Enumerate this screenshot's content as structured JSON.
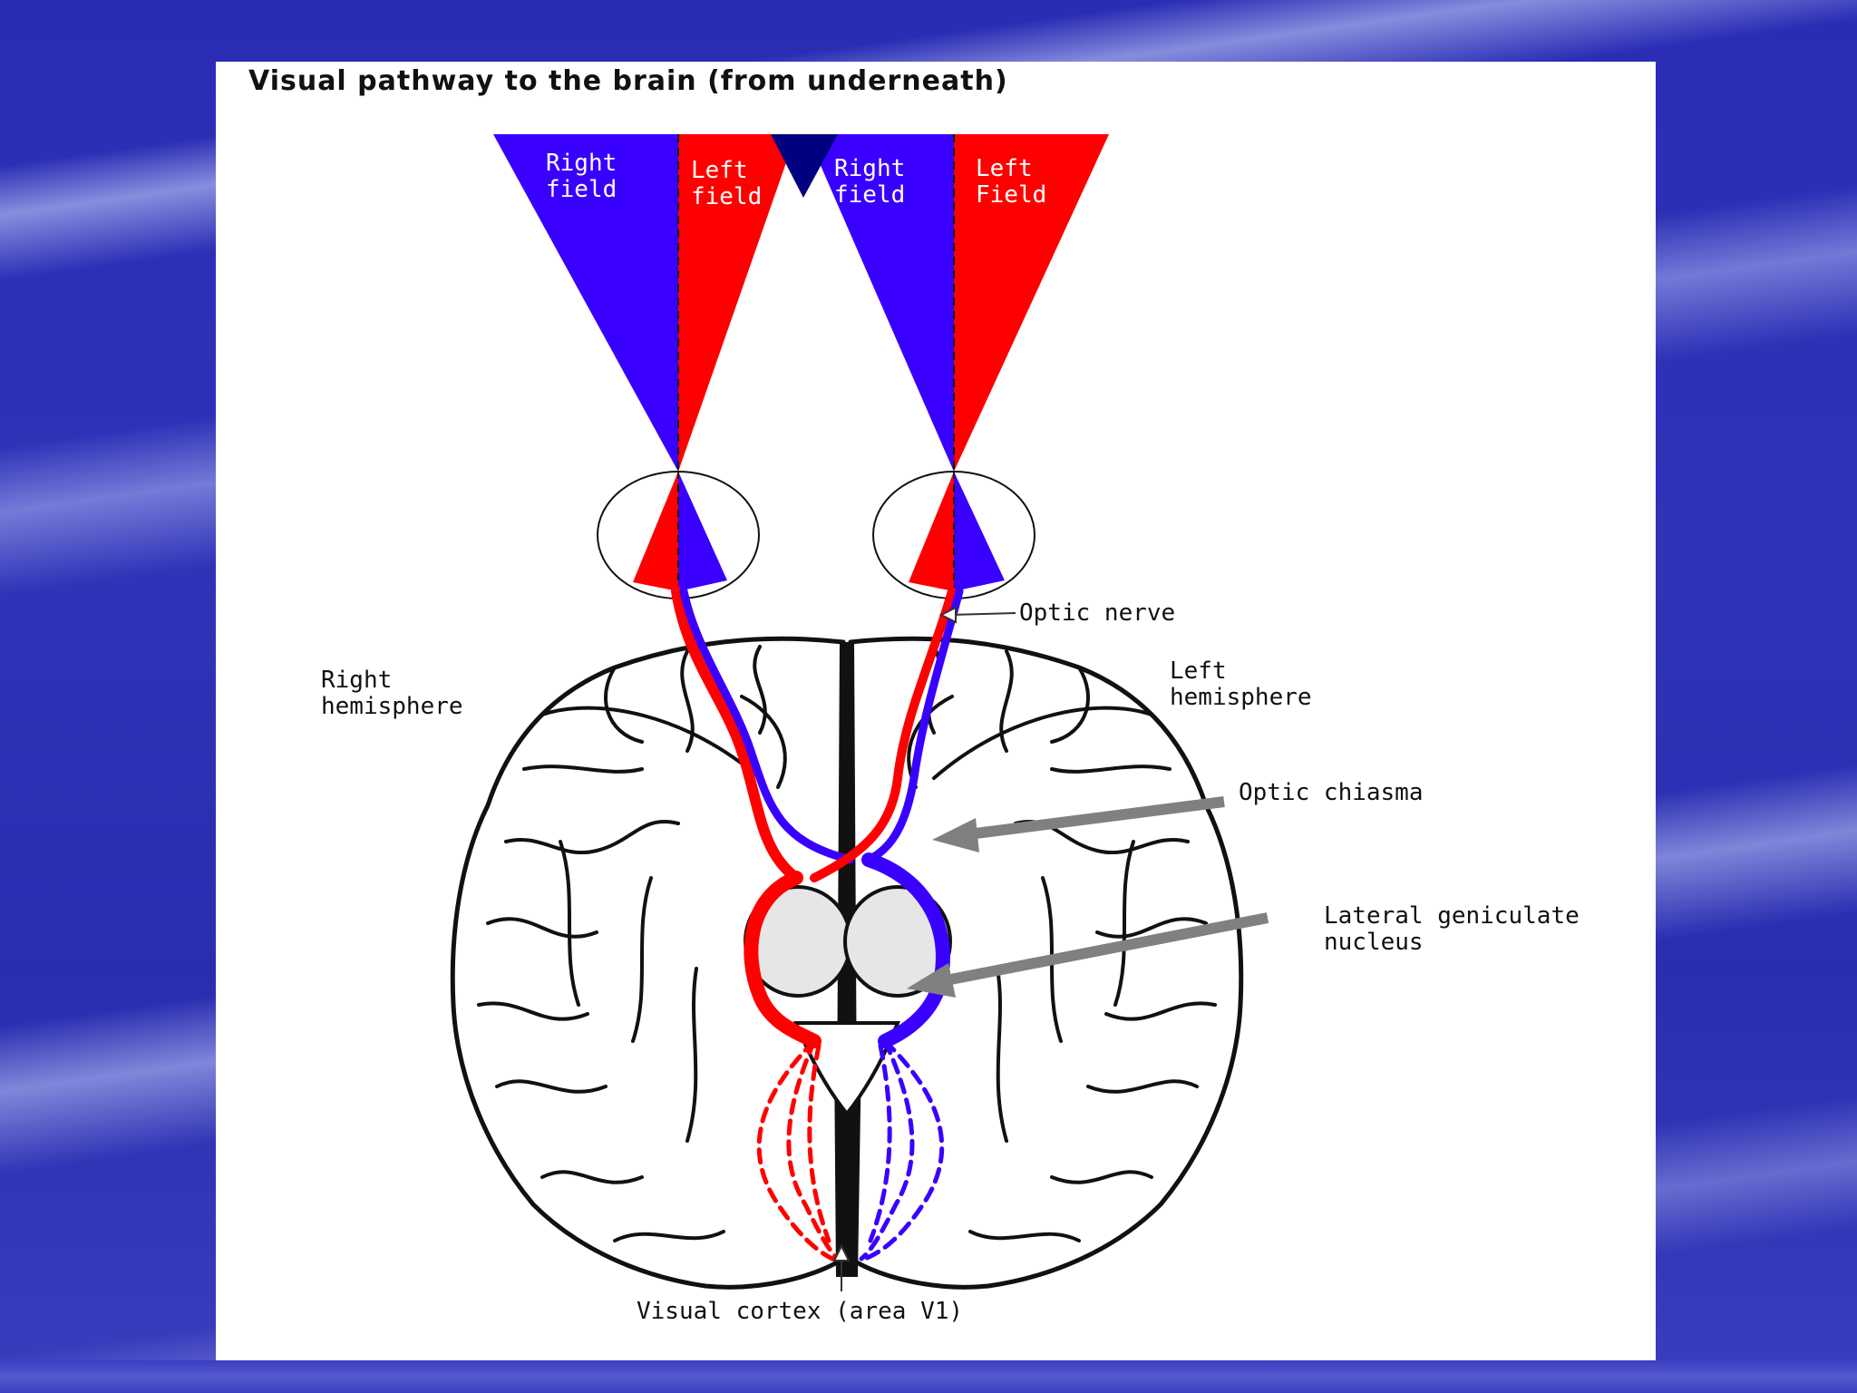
{
  "title": "Visual pathway to the brain (from underneath)",
  "labels": {
    "cone1_right": "Right\nfield",
    "cone1_left": "Left\nfield",
    "cone2_right": "Right\nfield",
    "cone2_left": "Left\nField",
    "optic_nerve": "Optic nerve",
    "right_hemisphere": "Right\nhemisphere",
    "left_hemisphere": "Left\nhemisphere",
    "optic_chiasma": "Optic chiasma",
    "lgn": "Lateral geniculate\nnucleus",
    "visual_cortex": "Visual cortex (area V1)"
  },
  "colors": {
    "right_field": "#3a00ff",
    "left_field": "#ff0000",
    "overlap": "#000080",
    "pointer": "#808080"
  }
}
